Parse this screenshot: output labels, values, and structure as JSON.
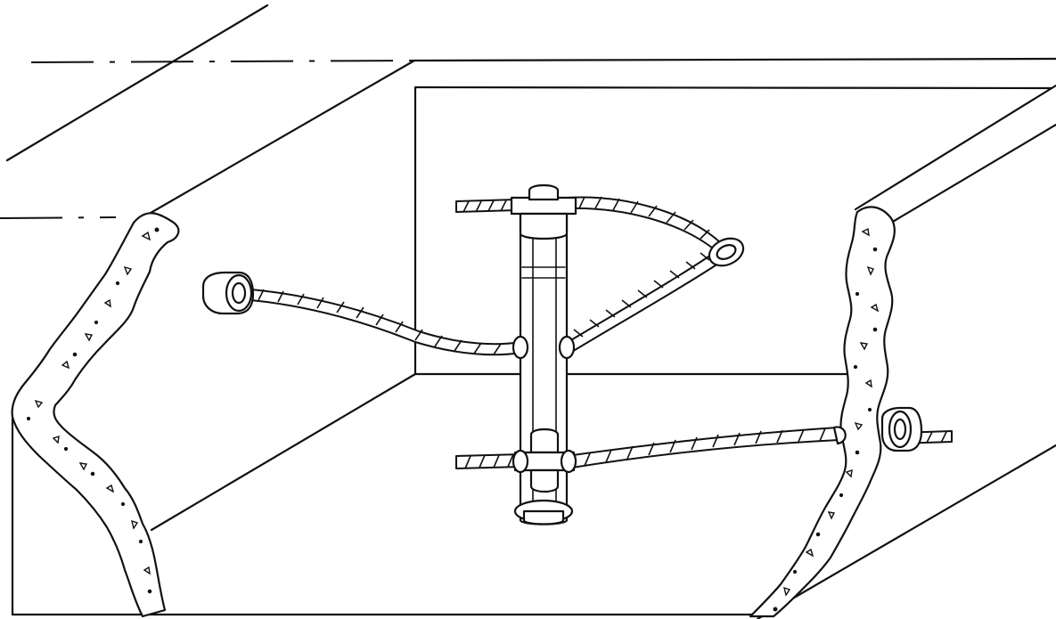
{
  "figure": {
    "subject": "cutaway-anchor-rod-with-cable-ties",
    "colors": {
      "ink": "#111111",
      "paper": "#ffffff"
    },
    "parts": [
      "slab-outline-lines",
      "cutaway-opening",
      "broken-concrete-edges",
      "vertical-anchor-rod",
      "upper-clamp",
      "lower-clamp",
      "wire-cables",
      "cable-eyes",
      "wall-inserts"
    ]
  }
}
